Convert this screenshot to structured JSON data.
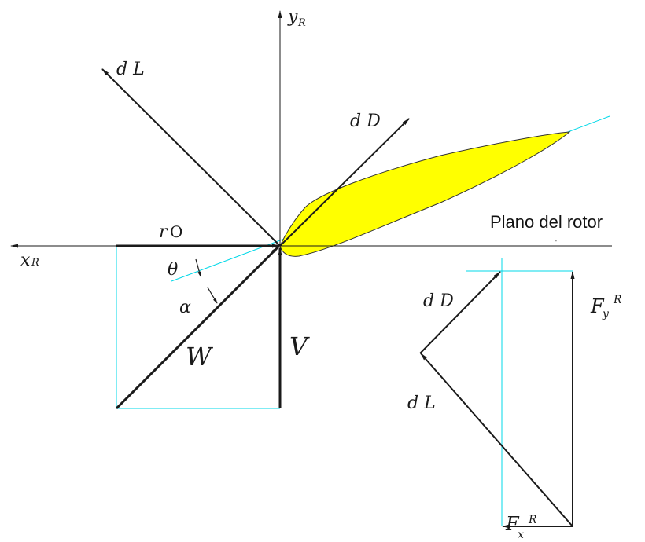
{
  "labels": {
    "y_axis": "y",
    "y_axis_sub": "R",
    "x_axis": "x",
    "x_axis_sub": "R",
    "dL_main": "d L",
    "dD_main": "d D",
    "r": "r",
    "omega": "O",
    "theta": "θ",
    "alpha": "α",
    "W": "W",
    "V": "V",
    "rotor_plane": "Plano del rotor",
    "dD_right": "d D",
    "dL_right": "d L",
    "Fy": "F",
    "Fy_sub": "y",
    "Fy_sup": "R",
    "Fx": "F",
    "Fx_sub": "x",
    "Fx_sup": "R",
    "tick_mark": "'"
  },
  "colors": {
    "airfoil_fill": "#ffff00",
    "airfoil_stroke": "#333333",
    "construction_line": "#00d8e8",
    "vector": "#1a1a1a"
  }
}
